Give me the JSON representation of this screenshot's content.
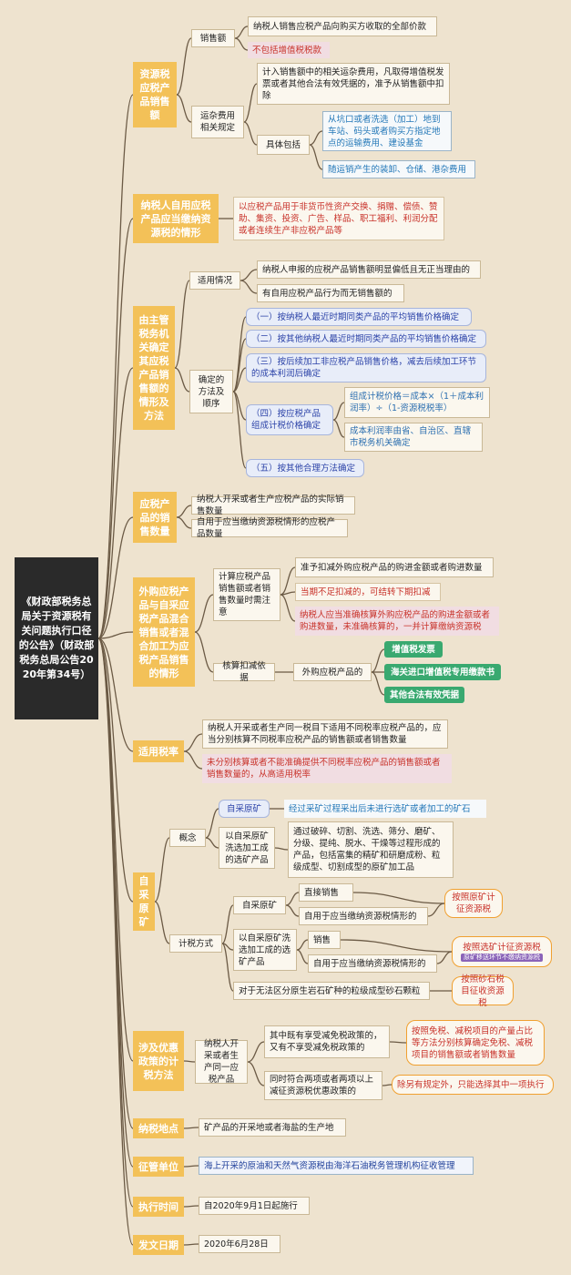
{
  "root": "《财政部税务总局关于资源税有关问题执行口径的公告》（财政部税务总局公告2020年第34号）",
  "s1": {
    "title": "资源税应税产品销售额",
    "sales_label": "销售额",
    "sales_def": "纳税人销售应税产品向购买方收取的全部价款",
    "sales_excl": "不包括增值税税款",
    "freight_label": "运杂费用相关规定",
    "freight_rule": "计入销售额中的相关运杂费用，凡取得增值税发票或者其他合法有效凭据的，准予从销售额中扣除",
    "freight_incl_label": "具体包括",
    "freight_item1": "从坑口或者洗选（加工）地到车站、码头或者购买方指定地点的运输费用、建设基金",
    "freight_item2": "随运销产生的装卸、仓储、港杂费用"
  },
  "s2": {
    "title": "纳税人自用应税产品应当缴纳资源税的情形",
    "content": "以应税产品用于非货币性资产交换、捐赠、偿债、赞助、集资、投资、广告、样品、职工福利、利润分配或者连续生产非应税产品等"
  },
  "s3": {
    "title": "由主管税务机关确定其应税产品销售额的情形及方法",
    "cases_label": "适用情况",
    "case1": "纳税人申报的应税产品销售额明显偏低且无正当理由的",
    "case2": "有自用应税产品行为而无销售额的",
    "method_label": "确定的方法及顺序",
    "m1": "（一）按纳税人最近时期同类产品的平均销售价格确定",
    "m2": "（二）按其他纳税人最近时期同类产品的平均销售价格确定",
    "m3": "（三）按后续加工非应税产品销售价格，减去后续加工环节的成本利润后确定",
    "m4": "（四）按应税产品组成计税价格确定",
    "m4_formula": "组成计税价格＝成本×（1＋成本利润率）÷（1-资源税税率）",
    "m4_note": "成本利润率由省、自治区、直辖市税务机关确定",
    "m5": "（五）按其他合理方法确定"
  },
  "s4": {
    "title": "应税产品的销售数量",
    "item1": "纳税人开采或者生产应税产品的实际销售数量",
    "item2": "自用于应当缴纳资源税情形的应税产品数量"
  },
  "s5": {
    "title": "外购应税产品与自采应税产品混合销售或者混合加工为应税产品销售的情形",
    "calc_label": "计算应税产品销售额或者销售数量时需注意",
    "calc1": "准予扣减外购应税产品的购进金额或者购进数量",
    "calc2": "当期不足扣减的，可结转下期扣减",
    "calc3": "纳税人应当准确核算外购应税产品的购进金额或者购进数量，未准确核算的，一并计算缴纳资源税",
    "basis_label": "核算扣减依据",
    "basis_sub": "外购应税产品的",
    "basis1": "增值税发票",
    "basis2": "海关进口增值税专用缴款书",
    "basis3": "其他合法有效凭据"
  },
  "s6": {
    "title": "适用税率",
    "item1": "纳税人开采或者生产同一税目下适用不同税率应税产品的，应当分别核算不同税率应税产品的销售额或者销售数量",
    "item2": "未分别核算或者不能准确提供不同税率应税产品的销售额或者销售数量的，从高适用税率"
  },
  "s7": {
    "title": "自采原矿",
    "concept_label": "概念",
    "raw_label": "自采原矿",
    "raw_def": "经过采矿过程采出后未进行选矿或者加工的矿石",
    "washed_label": "以自采原矿洗选加工成的选矿产品",
    "washed_def": "通过破碎、切割、洗选、筛分、磨矿、分级、提纯、脱水、干燥等过程形成的产品，包括富集的精矿和研磨成粉、粒级成型、切割成型的原矿加工品",
    "tax_label": "计税方式",
    "t_raw": "自采原矿",
    "t_raw_sale": "直接销售",
    "t_raw_self": "自用于应当缴纳资源税情形的",
    "t_raw_result": "按照原矿计征资源税",
    "t_washed": "以自采原矿洗选加工成的选矿产品",
    "t_washed_sale": "销售",
    "t_washed_self": "自用于应当缴纳资源税情形的",
    "t_washed_result": "按照选矿计征资源税",
    "t_washed_note": "原矿移送环节不缴纳资源税",
    "t_gravel": "对于无法区分原生岩石矿种的粒级成型砂石颗粒",
    "t_gravel_result": "按照砂石税目征收资源税"
  },
  "s8": {
    "title": "涉及优惠政策的计税方法",
    "subject": "纳税人开采或者生产同一应税产品",
    "case1": "其中既有享受减免税政策的，又有不享受减免税政策的",
    "case1_result": "按照免税、减税项目的产量占比等方法分别核算确定免税、减税项目的销售额或者销售数量",
    "case2": "同时符合两项或者两项以上减征资源税优惠政策的",
    "case2_result": "除另有规定外，只能选择其中一项执行"
  },
  "s9": {
    "title": "纳税地点",
    "content": "矿产品的开采地或者海盐的生产地"
  },
  "s10": {
    "title": "征管单位",
    "content": "海上开采的原油和天然气资源税由海洋石油税务管理机构征收管理"
  },
  "s11": {
    "title": "执行时间",
    "content": "自2020年9月1日起施行"
  },
  "s12": {
    "title": "发文日期",
    "content": "2020年6月28日"
  },
  "colors": {
    "category": "#f3c158",
    "root": "#2a2a2a",
    "background": "#eee3cf",
    "connector": "#6b5a45"
  }
}
